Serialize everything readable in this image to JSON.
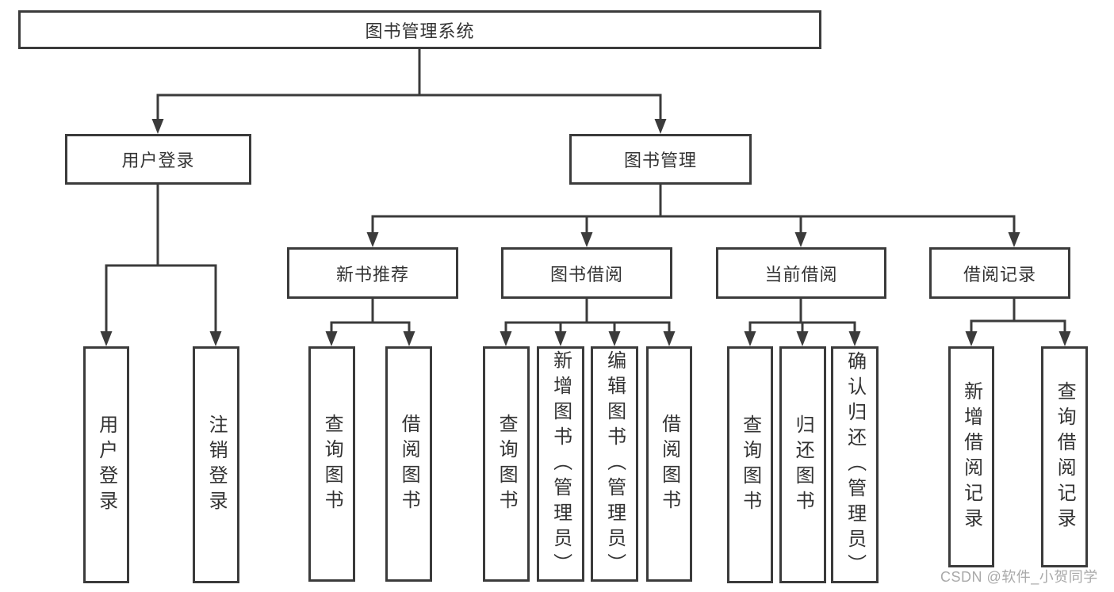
{
  "tree": {
    "label": "图书管理系统",
    "children": [
      {
        "label": "用户登录",
        "children": [
          {
            "label": "用户登录"
          },
          {
            "label": "注销登录"
          }
        ]
      },
      {
        "label": "图书管理",
        "children": [
          {
            "label": "新书推荐",
            "children": [
              {
                "label": "查询图书"
              },
              {
                "label": "借阅图书"
              }
            ]
          },
          {
            "label": "图书借阅",
            "children": [
              {
                "label": "查询图书"
              },
              {
                "label": "新增图书（管理员）"
              },
              {
                "label": "编辑图书（管理员）"
              },
              {
                "label": "借阅图书"
              }
            ]
          },
          {
            "label": "当前借阅",
            "children": [
              {
                "label": "查询图书"
              },
              {
                "label": "归还图书"
              },
              {
                "label": "确认归还（管理员）"
              }
            ]
          },
          {
            "label": "借阅记录",
            "children": [
              {
                "label": "新增借阅记录"
              },
              {
                "label": "查询借阅记录"
              }
            ]
          }
        ]
      }
    ]
  },
  "watermark": {
    "text": "CSDN @软件_小贺同学"
  },
  "colors": {
    "line": "#3b3b3b",
    "text": "#333333",
    "background": "#ffffff",
    "watermark": "#a0a0a0"
  }
}
